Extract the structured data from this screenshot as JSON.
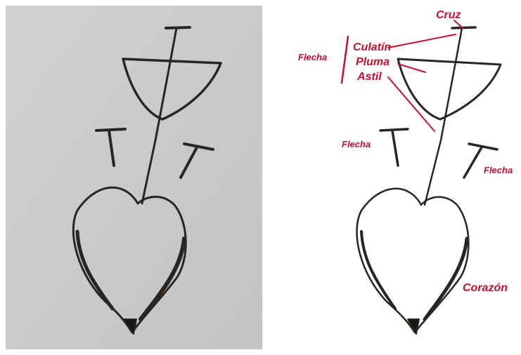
{
  "annotations": {
    "cruz": "Cruz",
    "culatin": "Culatín",
    "pluma": "Pluma",
    "astil": "Astil",
    "flecha_group": "Flecha",
    "flecha_left": "Flecha",
    "flecha_right": "Flecha",
    "corazon": "Corazón"
  },
  "colors": {
    "label_red": "#c8102e",
    "ink": "#2a2522",
    "paper": "#c9cbca"
  }
}
